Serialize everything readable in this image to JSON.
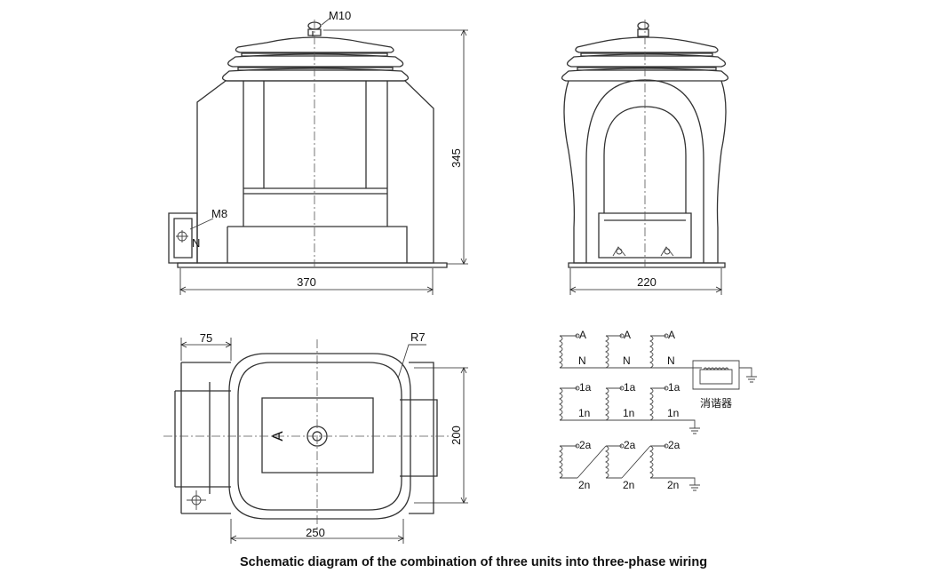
{
  "caption": "Schematic diagram of the combination of three units into three-phase wiring",
  "front_view": {
    "thread_top": "M10",
    "thread_side": "M8",
    "terminal_n": "N",
    "width_dim": "370",
    "height_dim": "345"
  },
  "side_view": {
    "width_dim": "220"
  },
  "top_view": {
    "flange_dim": "75",
    "radius": "R7",
    "body_dim": "250",
    "depth_dim": "200",
    "terminal_a": "A"
  },
  "wiring": {
    "primary_top": [
      "A",
      "A",
      "A"
    ],
    "primary_bottom": [
      "N",
      "N",
      "N"
    ],
    "sec1_top": [
      "1a",
      "1a",
      "1a"
    ],
    "sec1_bottom": [
      "1n",
      "1n",
      "1n"
    ],
    "sec2_top": [
      "2a",
      "2a",
      "2a"
    ],
    "sec2_bottom": [
      "2n",
      "2n",
      "2n"
    ],
    "damper": "消谐器"
  },
  "colors": {
    "line": "#333333",
    "background": "#ffffff"
  }
}
